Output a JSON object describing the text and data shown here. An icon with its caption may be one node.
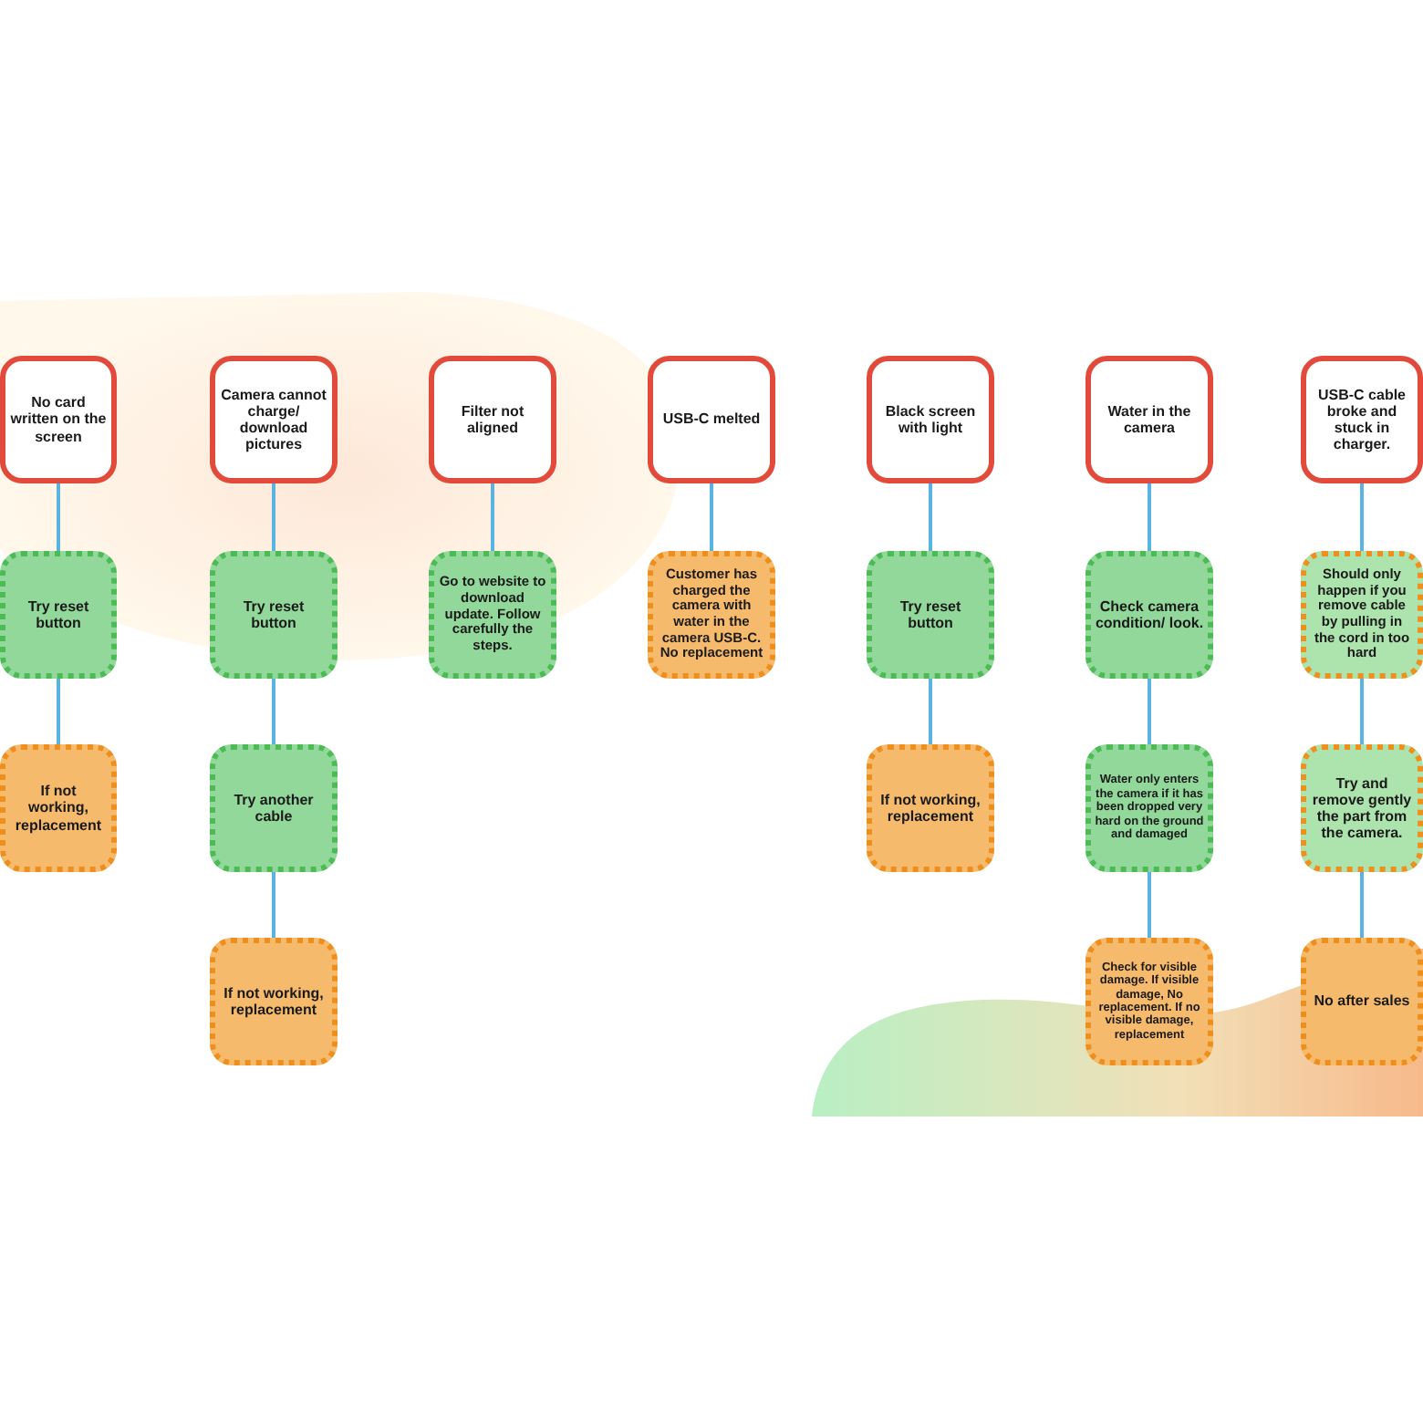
{
  "diagram": {
    "nodes": [
      {
        "text": [
          "No card written on the screen"
        ]
      },
      {
        "text": [
          "Try reset button"
        ]
      },
      {
        "text": [
          "If not working, replacement"
        ]
      },
      {
        "text": [
          "Camera cannot charge/ download pictures"
        ]
      },
      {
        "text": [
          "Try reset button"
        ]
      },
      {
        "text": [
          "Try another cable"
        ]
      },
      {
        "text": [
          "If not working, replacement"
        ]
      },
      {
        "text": [
          "Filter not aligned"
        ]
      },
      {
        "text": [
          "Go to website to download update. Follow carefully the steps."
        ]
      },
      {
        "text": [
          "USB-C melted"
        ]
      },
      {
        "text": [
          "Customer has charged the camera with water in the camera USB-C. No replacement"
        ]
      },
      {
        "text": [
          "Black screen with light"
        ]
      },
      {
        "text": [
          "Try reset button"
        ]
      },
      {
        "text": [
          "If not working, replacement"
        ]
      },
      {
        "text": [
          "Water in the camera"
        ]
      },
      {
        "text": [
          "Check camera condition/ look."
        ]
      },
      {
        "text": [
          "Water only enters the camera if it has been dropped very hard on the ground and damaged"
        ]
      },
      {
        "text": [
          "Check for visible damage. If visible damage, No replacement. If no visible damage, replacement"
        ]
      },
      {
        "text": [
          "USB-C cable broke and stuck in charger."
        ]
      },
      {
        "text": [
          "Should only happen if you remove cable by pulling in the cord in too hard"
        ]
      },
      {
        "text": [
          "Try and remove gently the part from the camera."
        ]
      },
      {
        "text": [
          "No after sales"
        ]
      }
    ],
    "edges": [
      {
        "from": 0,
        "to": 1,
        "arrow": "none"
      },
      {
        "from": 1,
        "to": 2,
        "arrow": "none"
      },
      {
        "from": 3,
        "to": 4,
        "arrow": "none"
      },
      {
        "from": 4,
        "to": 5,
        "arrow": "none"
      },
      {
        "from": 5,
        "to": 6,
        "arrow": "none"
      },
      {
        "from": 7,
        "to": 8,
        "arrow": "none"
      },
      {
        "from": 9,
        "to": 10,
        "arrow": "none"
      },
      {
        "from": 11,
        "to": 12,
        "arrow": "none"
      },
      {
        "from": 12,
        "to": 13,
        "arrow": "none"
      },
      {
        "from": 14,
        "to": 15,
        "arrow": "none"
      },
      {
        "from": 15,
        "to": 16,
        "arrow": "none"
      },
      {
        "from": 16,
        "to": 17,
        "arrow": "none"
      },
      {
        "from": 18,
        "to": 19,
        "arrow": "none"
      },
      {
        "from": 19,
        "to": 20,
        "arrow": "none"
      },
      {
        "from": 20,
        "to": 21,
        "arrow": "none"
      }
    ]
  }
}
